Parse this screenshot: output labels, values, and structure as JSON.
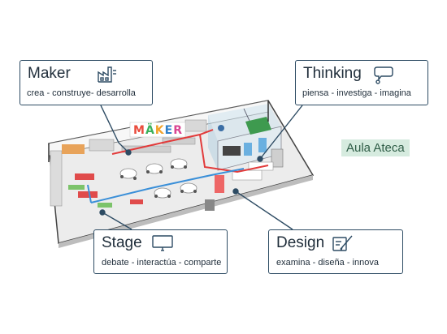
{
  "zones": {
    "maker": {
      "title": "Maker",
      "subtitle": "crea - construye- desarrolla"
    },
    "thinking": {
      "title": "Thinking",
      "subtitle": "piensa - investiga - imagina"
    },
    "stage": {
      "title": "Stage",
      "subtitle": "debate - interactúa - comparte"
    },
    "design": {
      "title": "Design",
      "subtitle": "examina - diseña - innova"
    }
  },
  "room_label": "Aula Ateca",
  "wall_sign": "MÄKER",
  "icons": {
    "maker": "factory-icon",
    "thinking": "thought-bubble-icon",
    "stage": "screen-icon",
    "design": "pencil-document-icon"
  },
  "colors": {
    "card_border": "#2d4b63",
    "connector": "#2d4b63",
    "badge_bg": "#d6ebdf",
    "badge_text": "#2f5d47",
    "route_red": "#e23a3a",
    "route_blue": "#3a8fd8",
    "floor": "#eeeeee",
    "sign_colors": [
      "#e94b3c",
      "#3bb15b",
      "#f2a32c",
      "#2f7fc8",
      "#d84592"
    ]
  }
}
